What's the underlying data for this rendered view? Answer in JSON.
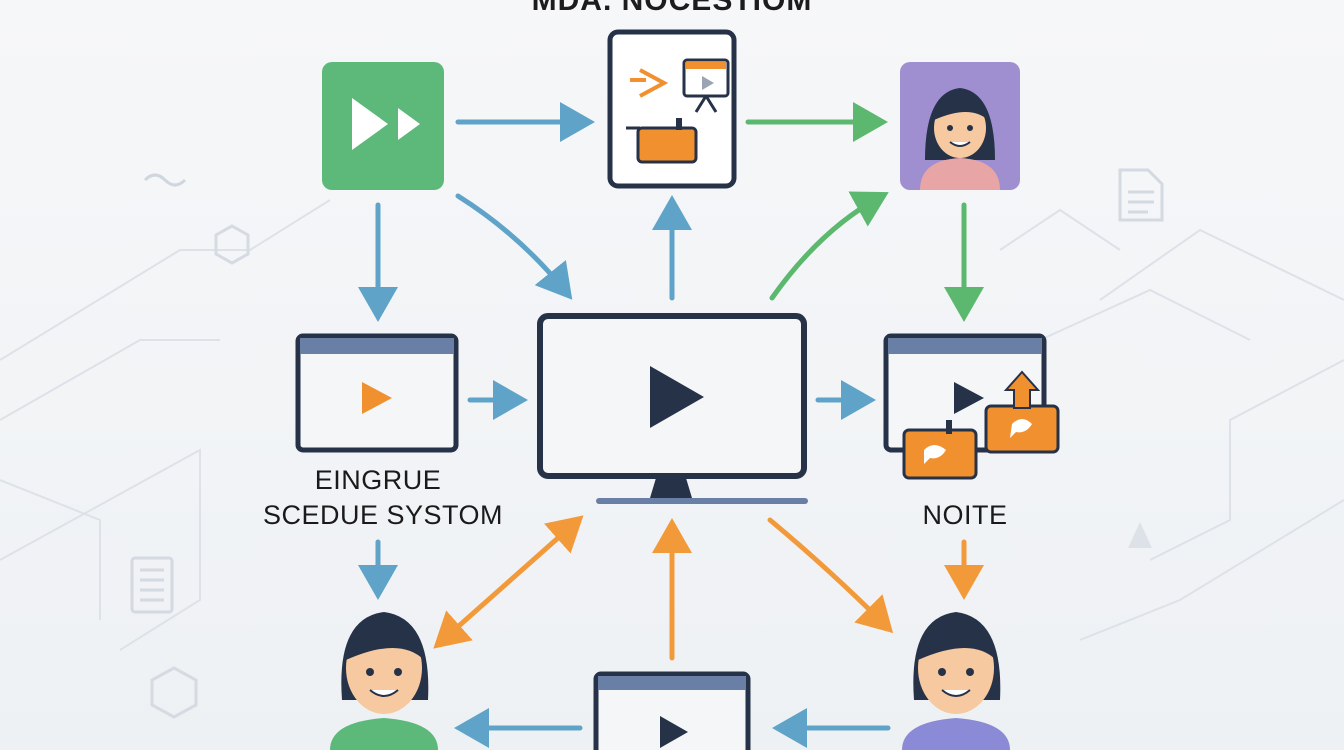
{
  "title": "MDA. NOCESTIOM",
  "labels": {
    "left_line1": "EINGRUE",
    "left_line2": "SCEDUE SYSTOM",
    "right": "NOITE"
  },
  "icons": [
    "fast-forward-icon",
    "presentation-board-icon",
    "woman-avatar-icon",
    "video-window-icon",
    "monitor-play-icon",
    "video-window-chat-icon",
    "woman-user-icon",
    "video-window-icon-bottom"
  ],
  "colors": {
    "blue_arrow": "#5fa3c9",
    "green_arrow": "#5db86f",
    "orange_arrow": "#f29a3a",
    "green_tile": "#5cb97a",
    "purple_tile": "#9f8fd0",
    "navy": "#263248",
    "orange": "#f0902f"
  }
}
